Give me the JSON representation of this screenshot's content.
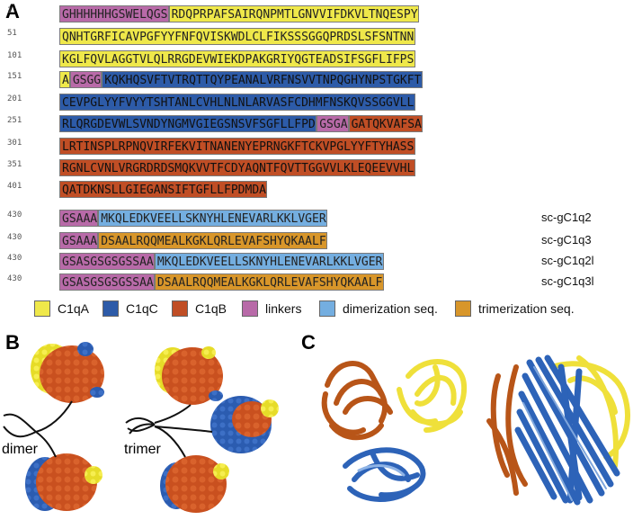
{
  "panels": {
    "a": "A",
    "b": "B",
    "c": "C"
  },
  "sequence_rows": [
    {
      "num": "1",
      "segments": [
        {
          "text": "GHHHHHHGSWELQGS",
          "cls": "cL"
        },
        {
          "text": "RDQPRPAFSAIRQNPMTLGNVVIFDKVLTNQESPY",
          "cls": "cA"
        }
      ]
    },
    {
      "num": "51",
      "segments": [
        {
          "text": "QNHTGRFICAVPGFYYFNFQVISKWDLCLFIKSSSGGQPRDSLSFSNTNN",
          "cls": "cA"
        }
      ]
    },
    {
      "num": "101",
      "segments": [
        {
          "text": "KGLFQVLAGGTVLQLRRGDEVWIEKDPAKGRIYQGTEADSIFSGFLIFPS",
          "cls": "cA"
        }
      ]
    },
    {
      "num": "151",
      "segments": [
        {
          "text": "A",
          "cls": "cA"
        },
        {
          "text": "GSGG",
          "cls": "cL"
        },
        {
          "text": "KQKHQSVFTVTRQTTQYPEANALVRFNSVVTNPQGHYNPSTGKFT",
          "cls": "cC"
        }
      ]
    },
    {
      "num": "201",
      "segments": [
        {
          "text": "CEVPGLYYFVYYTSHTANLCVHLNLNLARVASFCDHMFNSKQVSSGGVLL",
          "cls": "cC"
        }
      ]
    },
    {
      "num": "251",
      "segments": [
        {
          "text": "RLQRGDEVWLSVNDYNGMVGIEGSNSVFSGFLLFPD",
          "cls": "cC"
        },
        {
          "text": "GSGA",
          "cls": "cL"
        },
        {
          "text": "GATQKVAFSA",
          "cls": "cB"
        }
      ]
    },
    {
      "num": "301",
      "segments": [
        {
          "text": "LRTINSPLRPNQVIRFEKVITNANENYEPRNGKFTCKVPGLYYFTYHASS",
          "cls": "cB"
        }
      ]
    },
    {
      "num": "351",
      "segments": [
        {
          "text": "RGNLCVNLVRGRDRDSMQKVVTFCDYAQNTFQVTTGGVVLKLEQEEVVHL",
          "cls": "cB"
        }
      ]
    },
    {
      "num": "401",
      "segments": [
        {
          "text": "QATDKNSLLGIEGANSIFTGFLLFPDMDA",
          "cls": "cB"
        }
      ]
    }
  ],
  "construct_rows": [
    {
      "num": "430",
      "name": "sc-gC1q2",
      "segments": [
        {
          "text": "GSAAA",
          "cls": "cL"
        },
        {
          "text": "MKQLEDKVEELLSKNYHLENEVARLKKLVGER",
          "cls": "cD"
        }
      ]
    },
    {
      "num": "430",
      "name": "sc-gC1q3",
      "segments": [
        {
          "text": "GSAAA",
          "cls": "cL"
        },
        {
          "text": "DSAALRQQMEALKGKLQRLEVAFSHYQKAALF",
          "cls": "cT"
        }
      ]
    },
    {
      "num": "430",
      "name": "sc-gC1q2l",
      "segments": [
        {
          "text": "GSASGSGSGSSAA",
          "cls": "cL"
        },
        {
          "text": "MKQLEDKVEELLSKNYHLENEVARLKKLVGER",
          "cls": "cD"
        }
      ]
    },
    {
      "num": "430",
      "name": "sc-gC1q3l",
      "segments": [
        {
          "text": "GSASGSGSGSSAA",
          "cls": "cL"
        },
        {
          "text": "DSAALRQQMEALKGKLQRLEVAFSHYQKAALF",
          "cls": "cT"
        }
      ]
    }
  ],
  "legend": [
    {
      "label": "C1qA",
      "color": "#efe84a"
    },
    {
      "label": "C1qC",
      "color": "#2d5ba8"
    },
    {
      "label": "C1qB",
      "color": "#c04e25"
    },
    {
      "label": "linkers",
      "color": "#b86aa8"
    },
    {
      "label": "dimerization seq.",
      "color": "#74aee0"
    },
    {
      "label": "trimerization seq.",
      "color": "#d8962a"
    }
  ],
  "labels_b": {
    "dimer": "dimer",
    "trimer": "trimer"
  }
}
